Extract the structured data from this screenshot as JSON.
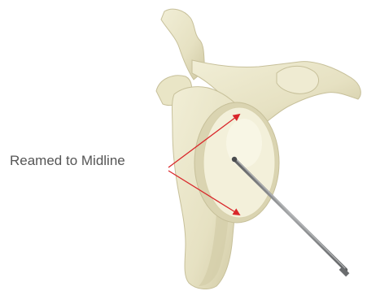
{
  "annotation": {
    "label": "Reamed to Midline"
  },
  "colors": {
    "bone_fill": "#EAE6CA",
    "bone_shadow": "#CFC9A6",
    "bone_dark": "#B9B28C",
    "glenoid_face": "#F3F0DA",
    "arrow": "#D9262A",
    "instrument": "#7E8082",
    "label_text": "#555555"
  },
  "icons": [
    "scapula-illustration",
    "guide-pin",
    "arrow-head"
  ]
}
